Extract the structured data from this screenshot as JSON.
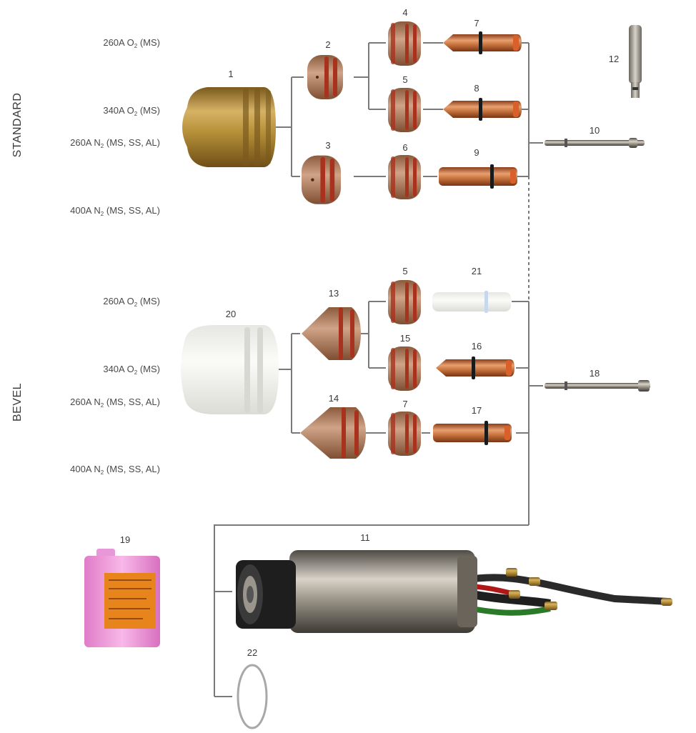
{
  "sections": {
    "standard": {
      "title": "STANDARD",
      "processes": [
        {
          "amp": "260A",
          "gas": "O",
          "sub": "2",
          "mat": "(MS)"
        },
        {
          "amp": "340A",
          "gas": "O",
          "sub": "2",
          "mat": "(MS)"
        },
        {
          "amp": "260A",
          "gas": "N",
          "sub": "2",
          "mat": "(MS, SS, AL)"
        },
        {
          "amp": "400A",
          "gas": "N",
          "sub": "2",
          "mat": "(MS, SS, AL)"
        }
      ]
    },
    "bevel": {
      "title": "BEVEL",
      "processes": [
        {
          "amp": "260A",
          "gas": "O",
          "sub": "2",
          "mat": "(MS)"
        },
        {
          "amp": "340A",
          "gas": "O",
          "sub": "2",
          "mat": "(MS)"
        },
        {
          "amp": "260A",
          "gas": "N",
          "sub": "2",
          "mat": "(MS, SS, AL)"
        },
        {
          "amp": "400A",
          "gas": "N",
          "sub": "2",
          "mat": "(MS, SS, AL)"
        }
      ]
    }
  },
  "part_numbers": {
    "p1": "1",
    "p2": "2",
    "p3": "3",
    "p4": "4",
    "p5": "5",
    "p6": "6",
    "p7": "7",
    "p8": "8",
    "p9": "9",
    "p10": "10",
    "p11": "11",
    "p12": "12",
    "p13": "13",
    "p14": "14",
    "p5b": "5",
    "p15": "15",
    "p16": "16",
    "p17": "17",
    "p7b": "7",
    "p18": "18",
    "p19": "19",
    "p20": "20",
    "p21": "21",
    "p22": "22"
  },
  "colors": {
    "line": "#7a7a7a",
    "brass": "#b8923a",
    "copper": "#c8743e",
    "oring": "#a8321e",
    "coolant": "#f0a0d8"
  }
}
